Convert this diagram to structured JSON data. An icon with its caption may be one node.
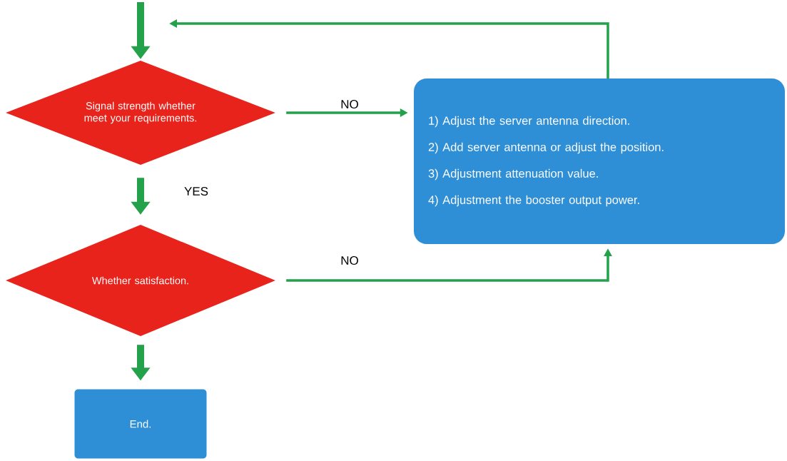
{
  "diagram": {
    "nodes": [
      {
        "text": [
          "Signal strength whether meet your requirements."
        ]
      },
      {
        "text": [
          "1) Adjust the server antenna direction.",
          "2) Add server antenna or adjust the position.",
          "3) Adjustment attenuation value.",
          "4) Adjustment the booster output power."
        ]
      },
      {
        "text": [
          "Whether satisfaction."
        ]
      },
      {
        "text": [
          "End."
        ]
      }
    ],
    "edges": [
      {
        "from": null,
        "to": 0,
        "arrow": "to",
        "style": "thick"
      },
      {
        "from": 0,
        "to": 1,
        "arrow": "to",
        "label": "NO"
      },
      {
        "from": 0,
        "to": 2,
        "arrow": "to",
        "label": "YES",
        "style": "thick"
      },
      {
        "from": 2,
        "to": 1,
        "arrow": "to",
        "label": "NO"
      },
      {
        "from": 1,
        "to": null,
        "arrow": "to"
      },
      {
        "from": 2,
        "to": 3,
        "arrow": "to",
        "style": "thick"
      }
    ]
  }
}
